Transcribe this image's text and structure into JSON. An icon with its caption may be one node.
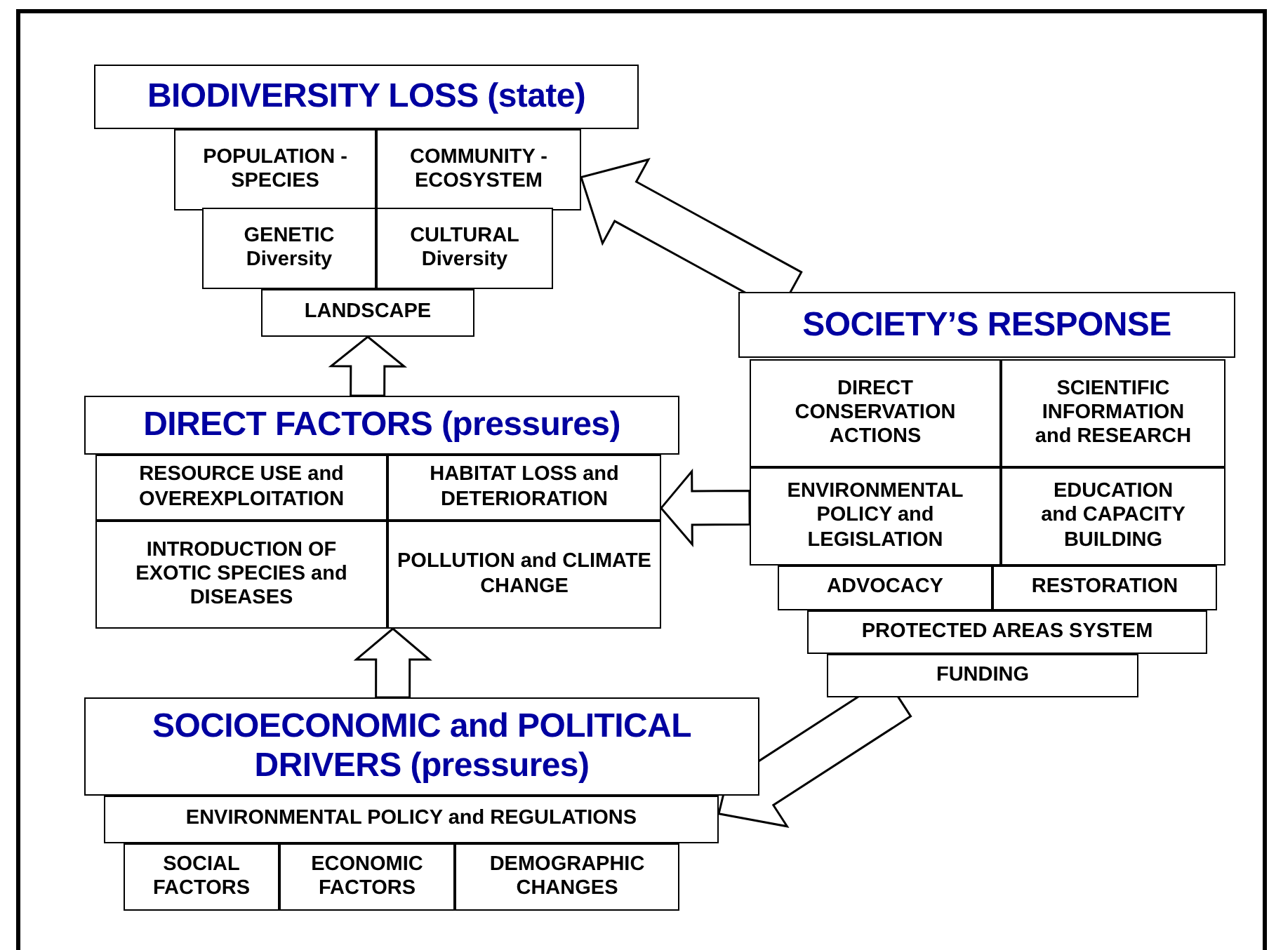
{
  "diagram": {
    "nodes": [
      {
        "text": [
          "BIODIVERSITY LOSS (state)"
        ]
      },
      {
        "text": [
          "POPULATION - SPECIES"
        ]
      },
      {
        "text": [
          "COMMUNITY - ECOSYSTEM"
        ]
      },
      {
        "text": [
          "GENETIC Diversity"
        ]
      },
      {
        "text": [
          "CULTURAL Diversity"
        ]
      },
      {
        "text": [
          "LANDSCAPE"
        ]
      },
      {
        "text": [
          "DIRECT FACTORS (pressures)"
        ]
      },
      {
        "text": [
          "RESOURCE USE and OVEREXPLOITATION"
        ]
      },
      {
        "text": [
          "HABITAT LOSS and DETERIORATION"
        ]
      },
      {
        "text": [
          "INTRODUCTION OF EXOTIC SPECIES and DISEASES"
        ]
      },
      {
        "text": [
          "POLLUTION and CLIMATE CHANGE"
        ]
      },
      {
        "text": [
          "SOCIETY’S RESPONSE"
        ]
      },
      {
        "text": [
          "DIRECT CONSERVATION ACTIONS"
        ]
      },
      {
        "text": [
          "SCIENTIFIC INFORMATION and RESEARCH"
        ]
      },
      {
        "text": [
          "ENVIRONMENTAL POLICY and LEGISLATION"
        ]
      },
      {
        "text": [
          "EDUCATION and CAPACITY BUILDING"
        ]
      },
      {
        "text": [
          "ADVOCACY"
        ]
      },
      {
        "text": [
          "RESTORATION"
        ]
      },
      {
        "text": [
          "PROTECTED AREAS SYSTEM"
        ]
      },
      {
        "text": [
          "FUNDING"
        ]
      },
      {
        "text": [
          "SOCIOECONOMIC and POLITICAL DRIVERS (pressures)"
        ]
      },
      {
        "text": [
          "ENVIRONMENTAL POLICY and REGULATIONS"
        ]
      },
      {
        "text": [
          "SOCIAL FACTORS"
        ]
      },
      {
        "text": [
          "ECONOMIC FACTORS"
        ]
      },
      {
        "text": [
          "DEMOGRAPHIC CHANGES"
        ]
      }
    ],
    "edges": [
      {
        "from": 6,
        "to": 5,
        "arrow": "to"
      },
      {
        "from": 20,
        "to": 10,
        "arrow": "to"
      },
      {
        "from": 11,
        "to": 2,
        "arrow": "to"
      },
      {
        "from": 14,
        "to": 8,
        "arrow": "to"
      },
      {
        "from": 19,
        "to": 21,
        "arrow": "to"
      }
    ]
  }
}
